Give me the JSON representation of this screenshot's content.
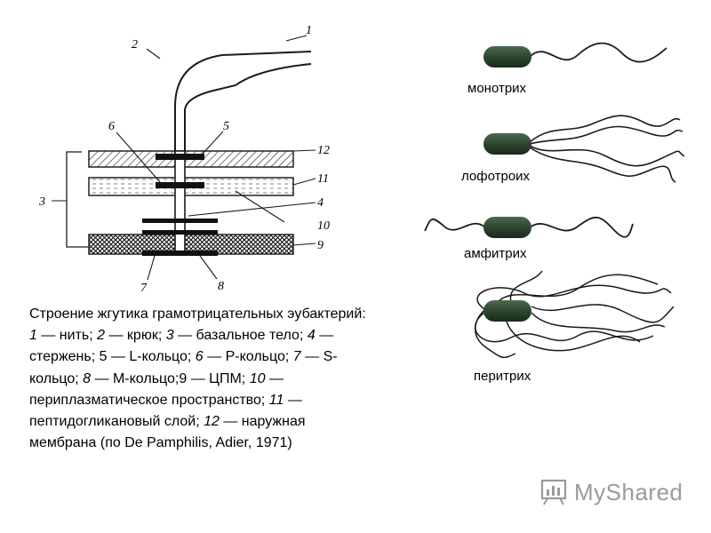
{
  "diagram": {
    "part_numbers": [
      "1",
      "2",
      "3",
      "4",
      "5",
      "6",
      "7",
      "8",
      "9",
      "10",
      "11",
      "12"
    ],
    "bacteria_labels": {
      "monotrichous": "монотрих",
      "lophotrichous": "лофотроих",
      "amphitrichous": "амфитрих",
      "peritrichous": "перитрих"
    }
  },
  "caption": {
    "segments": [
      {
        "text": "Строение жгутика грамотрицательных эубактерий: ",
        "italic": false
      },
      {
        "text": "1",
        "italic": true
      },
      {
        "text": " — нить; ",
        "italic": false
      },
      {
        "text": "2",
        "italic": true
      },
      {
        "text": " — крюк; ",
        "italic": false
      },
      {
        "text": "3",
        "italic": true
      },
      {
        "text": " — базальное тело; ",
        "italic": false
      },
      {
        "text": "4",
        "italic": true
      },
      {
        "text": " — стержень; 5 — L-кольцо; ",
        "italic": false
      },
      {
        "text": "6",
        "italic": true
      },
      {
        "text": " — P-кольцо; ",
        "italic": false
      },
      {
        "text": "7",
        "italic": true
      },
      {
        "text": " — S-кольцо; ",
        "italic": false
      },
      {
        "text": "8",
        "italic": true
      },
      {
        "text": " — M-кольцо;9 — ЦПМ; ",
        "italic": false
      },
      {
        "text": "10",
        "italic": true
      },
      {
        "text": " — периплазматическое пространство; ",
        "italic": false
      },
      {
        "text": "11",
        "italic": true
      },
      {
        "text": " — пептидогликановый слой; ",
        "italic": false
      },
      {
        "text": "12",
        "italic": true
      },
      {
        "text": " — наружная мембрана (по De Pamphilis, Adier, 1971)",
        "italic": false
      }
    ]
  },
  "watermark": {
    "text": "MyShared"
  },
  "colors": {
    "bacterium_body": "#2f4a33",
    "line": "#1a1a1a",
    "watermark": "#9a9a9a"
  }
}
